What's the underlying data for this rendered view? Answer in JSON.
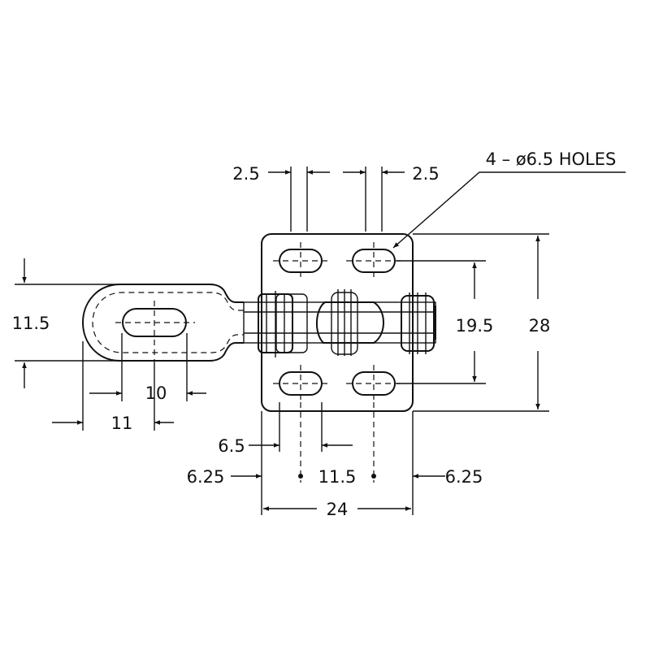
{
  "drawing": {
    "holes_note": "4 – ø6.5 HOLES",
    "dimensions": {
      "slot_left_width": "2.5",
      "slot_right_width": "2.5",
      "handle_height": "11.5",
      "handle_slot_length": "10",
      "handle_reach": "11",
      "hole_spacing_vertical": "19.5",
      "base_height": "28",
      "slot_length_bottom": "6.5",
      "edge_left": "6.25",
      "hole_spacing_horizontal": "11.5",
      "edge_right": "6.25",
      "base_width": "24"
    }
  }
}
